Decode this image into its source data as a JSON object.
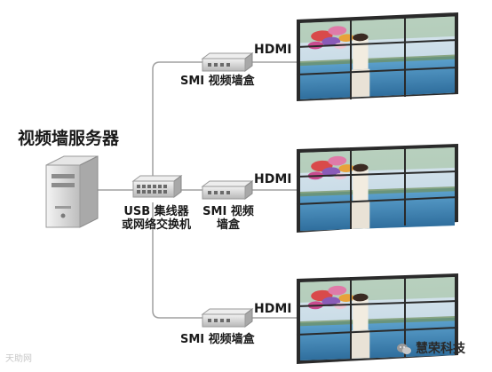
{
  "server": {
    "title": "视频墙服务器",
    "icon": "server-tower-icon"
  },
  "hub": {
    "line1": "USB 集线器",
    "line2": "或网络交换机",
    "icon": "network-switch-icon"
  },
  "branches": [
    {
      "box_label": "SMI 视频墙盒",
      "link_label": "HDMI"
    },
    {
      "box_label_line1": "SMI 视频",
      "box_label_line2": "墙盒",
      "link_label": "HDMI"
    },
    {
      "box_label": "SMI 视频墙盒",
      "link_label": "HDMI"
    }
  ],
  "video_wall": {
    "grid": "3x3",
    "icon": "video-wall-icon"
  },
  "watermarks": {
    "left": "天助网",
    "right": "慧荣科技",
    "right_icon": "wechat-icon"
  },
  "colors": {
    "line": "#a0a0a0",
    "device": "#d8d8d8",
    "panel_frame": "#2a2a2a",
    "sky": "#cfe0ea",
    "water": "#4a8fc0"
  }
}
